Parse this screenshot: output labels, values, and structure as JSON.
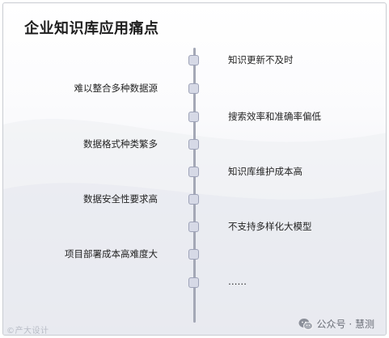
{
  "title": "企业知识库应用痛点",
  "items": [
    {
      "side": "right",
      "label": "知识更新不及时"
    },
    {
      "side": "left",
      "label": "难以整合多种数据源"
    },
    {
      "side": "right",
      "label": "搜索效率和准确率偏低"
    },
    {
      "side": "left",
      "label": "数据格式种类繁多"
    },
    {
      "side": "right",
      "label": "知识库维护成本高"
    },
    {
      "side": "left",
      "label": "数据安全性要求高"
    },
    {
      "side": "right",
      "label": "不支持多样化大模型"
    },
    {
      "side": "left",
      "label": "项目部署成本高难度大"
    },
    {
      "side": "right",
      "label": "……"
    }
  ],
  "footer": {
    "left_watermark": "©产大设计",
    "wechat_label": "公众号 · 慧测"
  },
  "colors": {
    "axis": "#a4a8b6",
    "node_fill": "#d6d9e6",
    "node_border": "#9ea3b8",
    "text": "#222222"
  }
}
